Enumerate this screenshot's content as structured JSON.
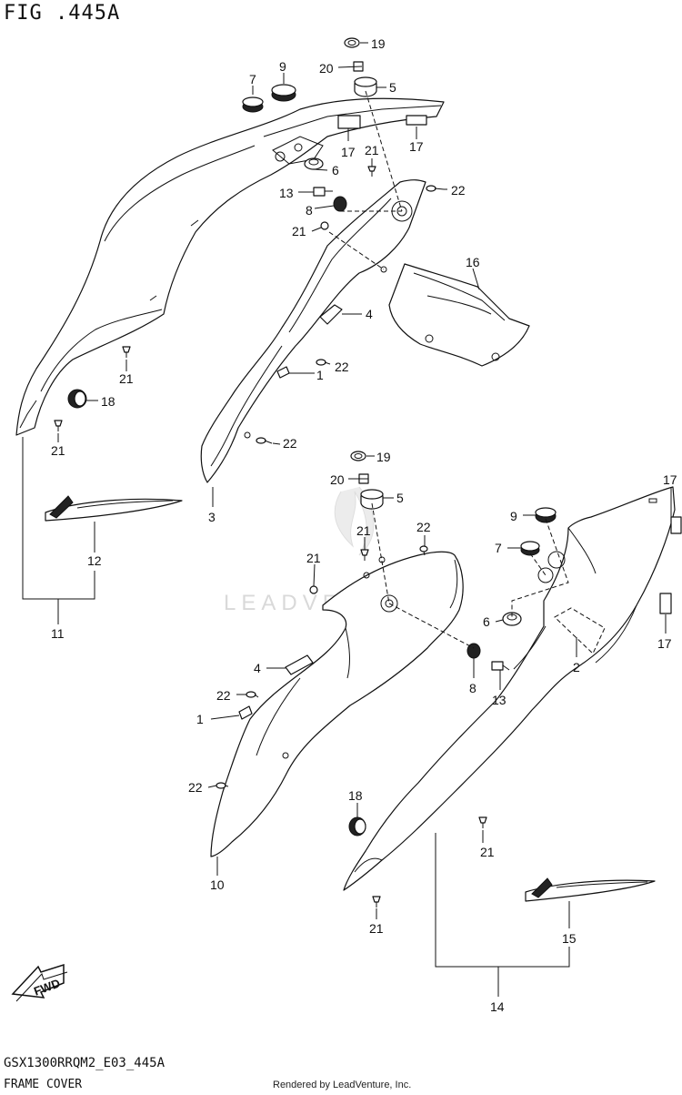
{
  "header": {
    "figure_id": "FIG .445A"
  },
  "footer": {
    "drawing_code": "GSX1300RRQM2_E03_445A",
    "section_title": "FRAME COVER",
    "credit": "Rendered by LeadVenture, Inc."
  },
  "watermark": {
    "text": "LEADVENTURE"
  },
  "callouts": {
    "c1a": "1",
    "c1b": "1",
    "c2": "2",
    "c3": "3",
    "c4a": "4",
    "c4b": "4",
    "c5a": "5",
    "c5b": "5",
    "c6a": "6",
    "c6b": "6",
    "c7a": "7",
    "c7b": "7",
    "c8a": "8",
    "c8b": "8",
    "c9a": "9",
    "c9b": "9",
    "c10": "10",
    "c11": "11",
    "c12": "12",
    "c13a": "13",
    "c13b": "13",
    "c14": "14",
    "c15": "15",
    "c16": "16",
    "c17a": "17",
    "c17b": "17",
    "c17c": "17",
    "c17d": "17",
    "c18a": "18",
    "c18b": "18",
    "c19a": "19",
    "c19b": "19",
    "c20a": "20",
    "c20b": "20",
    "c21a": "21",
    "c21b": "21",
    "c21c": "21",
    "c21d": "21",
    "c21e": "21",
    "c21f": "21",
    "c21g": "21",
    "c21h": "21",
    "c22a": "22",
    "c22b": "22",
    "c22c": "22",
    "c22d": "22",
    "c22e": "22",
    "c22f": "22"
  },
  "icons": {
    "direction_arrow": "FWD"
  }
}
